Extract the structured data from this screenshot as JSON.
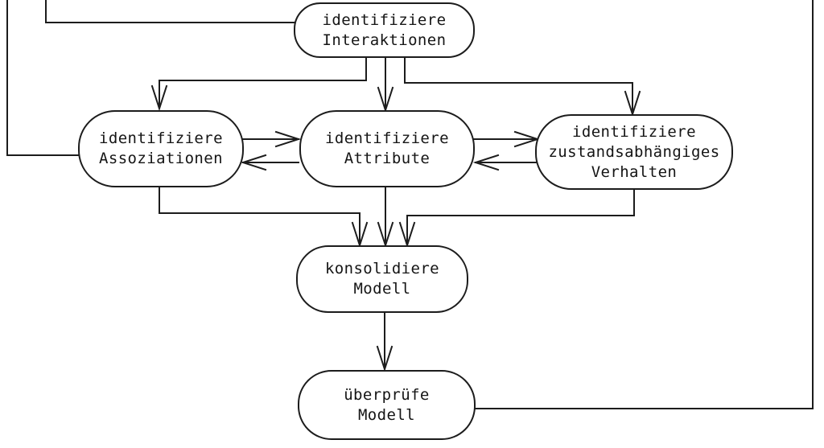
{
  "diagram": {
    "background_color": "#ffffff",
    "line_color": "#1c1c1c",
    "text_color": "#151515",
    "nodes": [
      {
        "id": "identifiziere-interaktionen",
        "label": "identifiziere\nInteraktionen"
      },
      {
        "id": "identifiziere-assoziationen",
        "label": "identifiziere\nAssoziationen"
      },
      {
        "id": "identifiziere-attribute",
        "label": "identifiziere\nAttribute"
      },
      {
        "id": "identifiziere-zustandsabhaengiges-verhalten",
        "label": "identifiziere\nzustandsabhängiges\nVerhalten"
      },
      {
        "id": "konsolidiere-modell",
        "label": "konsolidiere\nModell"
      },
      {
        "id": "ueberpruefe-modell",
        "label": "überprüfe\nModell"
      }
    ],
    "edges": [
      {
        "from": "offscreen-top",
        "to": "identifiziere-assoziationen",
        "arrow": false
      },
      {
        "from": "offscreen-top",
        "to": "identifiziere-interaktionen",
        "arrow": false
      },
      {
        "from": "identifiziere-interaktionen",
        "to": "identifiziere-assoziationen",
        "arrow": true
      },
      {
        "from": "identifiziere-interaktionen",
        "to": "identifiziere-attribute",
        "arrow": true
      },
      {
        "from": "identifiziere-interaktionen",
        "to": "identifiziere-zustandsabhaengiges-verhalten",
        "arrow": true
      },
      {
        "from": "identifiziere-assoziationen",
        "to": "identifiziere-attribute",
        "arrow": true
      },
      {
        "from": "identifiziere-attribute",
        "to": "identifiziere-assoziationen",
        "arrow": true
      },
      {
        "from": "identifiziere-attribute",
        "to": "identifiziere-zustandsabhaengiges-verhalten",
        "arrow": true
      },
      {
        "from": "identifiziere-zustandsabhaengiges-verhalten",
        "to": "identifiziere-attribute",
        "arrow": true
      },
      {
        "from": "identifiziere-assoziationen",
        "to": "konsolidiere-modell",
        "arrow": true
      },
      {
        "from": "identifiziere-attribute",
        "to": "konsolidiere-modell",
        "arrow": true
      },
      {
        "from": "identifiziere-zustandsabhaengiges-verhalten",
        "to": "konsolidiere-modell",
        "arrow": true
      },
      {
        "from": "konsolidiere-modell",
        "to": "ueberpruefe-modell",
        "arrow": true
      },
      {
        "from": "ueberpruefe-modell",
        "to": "offscreen-top",
        "arrow": false
      }
    ]
  }
}
